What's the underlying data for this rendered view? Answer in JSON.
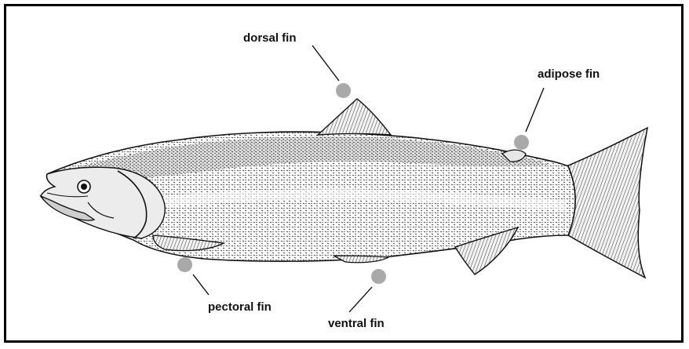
{
  "labels": {
    "dorsal": "dorsal fin",
    "adipose": "adipose fin",
    "pectoral": "pectoral fin",
    "ventral": "ventral fin"
  },
  "colors": {
    "frame": "#000000",
    "marker": "#a9a9a9",
    "leader": "#000000",
    "ink": "#111111"
  }
}
